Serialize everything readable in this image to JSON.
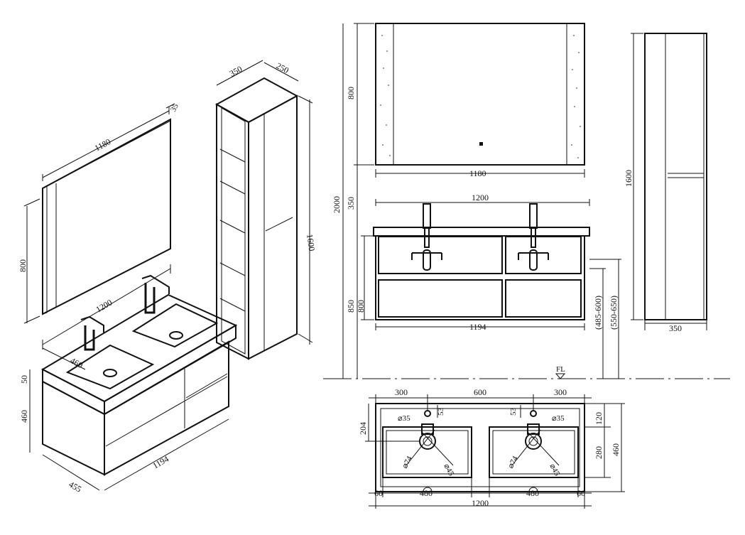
{
  "iso": {
    "mirror_width": "1180",
    "mirror_depth": "35",
    "mirror_height": "800",
    "cabinet_width": "350",
    "cabinet_depth": "250",
    "cabinet_height": "1600",
    "top_width": "1200",
    "top_depth": "460",
    "top_thickness": "50",
    "body_height": "460",
    "body_width": "1194",
    "body_depth": "455"
  },
  "front": {
    "mirror_height": "800",
    "mirror_width": "1180",
    "gap": "350",
    "total_height": "2000",
    "top_width": "1200",
    "install_height": "850",
    "body_height": "800",
    "body_width": "1194",
    "range_1": "(485-600)",
    "range_2": "(550-650)",
    "floor_label": "FL"
  },
  "side": {
    "height": "1600",
    "width": "350"
  },
  "plan": {
    "left_offset": "300",
    "center_spacing": "600",
    "right_offset": "300",
    "hole_left": "⌀35",
    "hole_right": "⌀35",
    "hole_offset_left": "53",
    "hole_offset_right": "53",
    "basin_top_left": "204",
    "back_gap": "120",
    "basin_depth": "280",
    "depth": "460",
    "drain_left_outer": "⌀74",
    "drain_left_inner": "⌀45",
    "drain_right_outer": "⌀74",
    "drain_right_inner": "⌀45",
    "edge_left": "60",
    "basin_left": "480",
    "basin_right": "480",
    "edge_right": "60",
    "total_width": "1200"
  }
}
